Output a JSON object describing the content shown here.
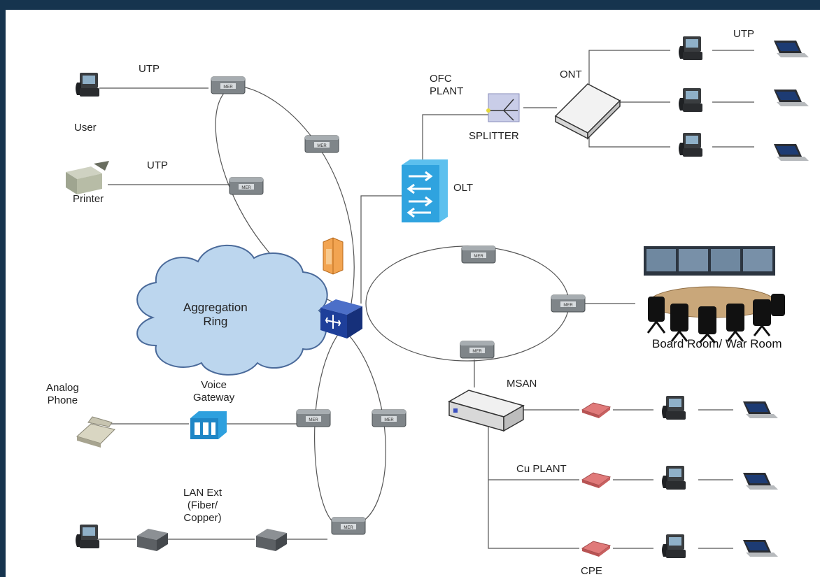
{
  "labels": {
    "utp_top_left": "UTP",
    "user": "User",
    "utp_printer": "UTP",
    "printer": "Printer",
    "ofc_plant": "OFC\nPLANT",
    "splitter": "SPLITTER",
    "ont": "ONT",
    "utp_top_right": "UTP",
    "olt": "OLT",
    "aggregation_ring": "Aggregation\nRing",
    "board_room": "Board Room/ War Room",
    "msan": "MSAN",
    "analog_phone": "Analog\nPhone",
    "voice_gateway": "Voice\nGateway",
    "lan_ext": "LAN Ext\n(Fiber/\nCopper)",
    "cu_plant": "Cu PLANT",
    "cpe": "CPE"
  },
  "device_badge": "MER",
  "colors": {
    "frame": "#16344e",
    "cloud_fill": "#b9d4ee",
    "cloud_stroke": "#4a6a9a",
    "switch_blue": "#1e3f9a",
    "olt_blue": "#2fa3df",
    "cpe_red": "#e07070",
    "firewall_orange": "#f0a050"
  }
}
